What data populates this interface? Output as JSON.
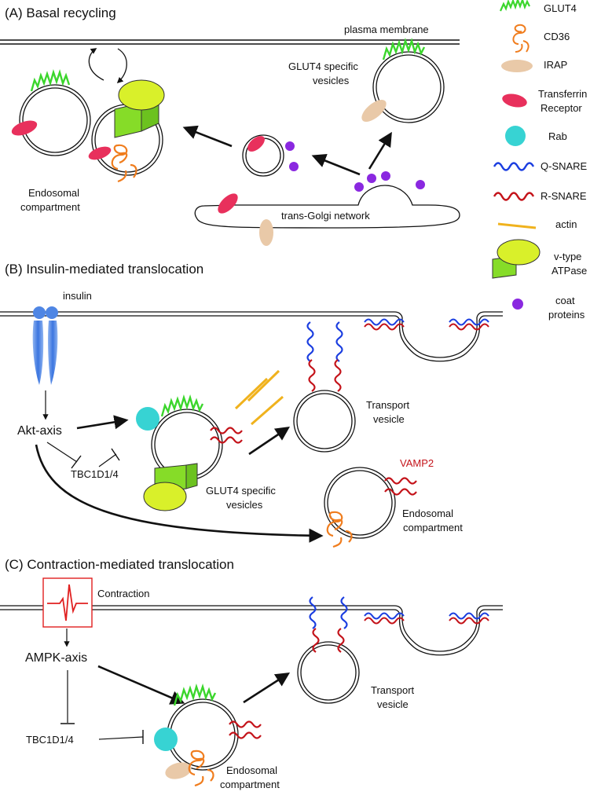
{
  "sections": {
    "a": {
      "title": "(A) Basal recycling"
    },
    "b": {
      "title": "(B) Insulin-mediated translocation"
    },
    "c": {
      "title": "(C) Contraction-mediated translocation"
    }
  },
  "labels": {
    "plasma_membrane": "plasma membrane",
    "glut4_specific_a": [
      "GLUT4 specific",
      "vesicles"
    ],
    "endosomal_a": [
      "Endosomal",
      "compartment"
    ],
    "trans_golgi": "trans-Golgi network",
    "insulin": "insulin",
    "akt_axis": "Akt-axis",
    "tbc_b": "TBC1D1/4",
    "glut4_specific_b": [
      "GLUT4 specific",
      "vesicles"
    ],
    "transport_b": [
      "Transport",
      "vesicle"
    ],
    "vamp2": "VAMP2",
    "endosomal_b": [
      "Endosomal",
      "compartment"
    ],
    "contraction": "Contraction",
    "ampk_axis": "AMPK-axis",
    "tbc_c": "TBC1D1/4",
    "transport_c": [
      "Transport",
      "vesicle"
    ],
    "endosomal_c": [
      "Endosomal",
      "compartment"
    ]
  },
  "legend": [
    {
      "icon": "glut4-icon",
      "label": [
        "GLUT4"
      ]
    },
    {
      "icon": "cd36-icon",
      "label": [
        "CD36"
      ]
    },
    {
      "icon": "irap-icon",
      "label": [
        "IRAP"
      ]
    },
    {
      "icon": "transferrin-receptor-icon",
      "label": [
        "Transferrin",
        "Receptor"
      ]
    },
    {
      "icon": "rab-icon",
      "label": [
        "Rab"
      ]
    },
    {
      "icon": "q-snare-icon",
      "label": [
        "Q-SNARE"
      ]
    },
    {
      "icon": "r-snare-icon",
      "label": [
        "R-SNARE"
      ]
    },
    {
      "icon": "actin-icon",
      "label": [
        "actin"
      ]
    },
    {
      "icon": "v-atpase-icon",
      "label": [
        "v-type",
        "ATPase"
      ]
    },
    {
      "icon": "coat-protein-icon",
      "label": [
        "coat",
        "proteins"
      ]
    }
  ],
  "colors": {
    "glut4": "#3bd62c",
    "cd36": "#f07d1e",
    "irap": "#e9c9a8",
    "transferrin": "#e8305c",
    "rab": "#37d3d3",
    "q_snare": "#1b3ee0",
    "r_snare": "#c4131a",
    "actin": "#f0b21d",
    "atpase_top": "#d9f02a",
    "atpase_side": "#86dc28",
    "coat": "#8a28e0",
    "insulin_receptor": "#4f86e4",
    "contraction_box": "#e02020"
  }
}
